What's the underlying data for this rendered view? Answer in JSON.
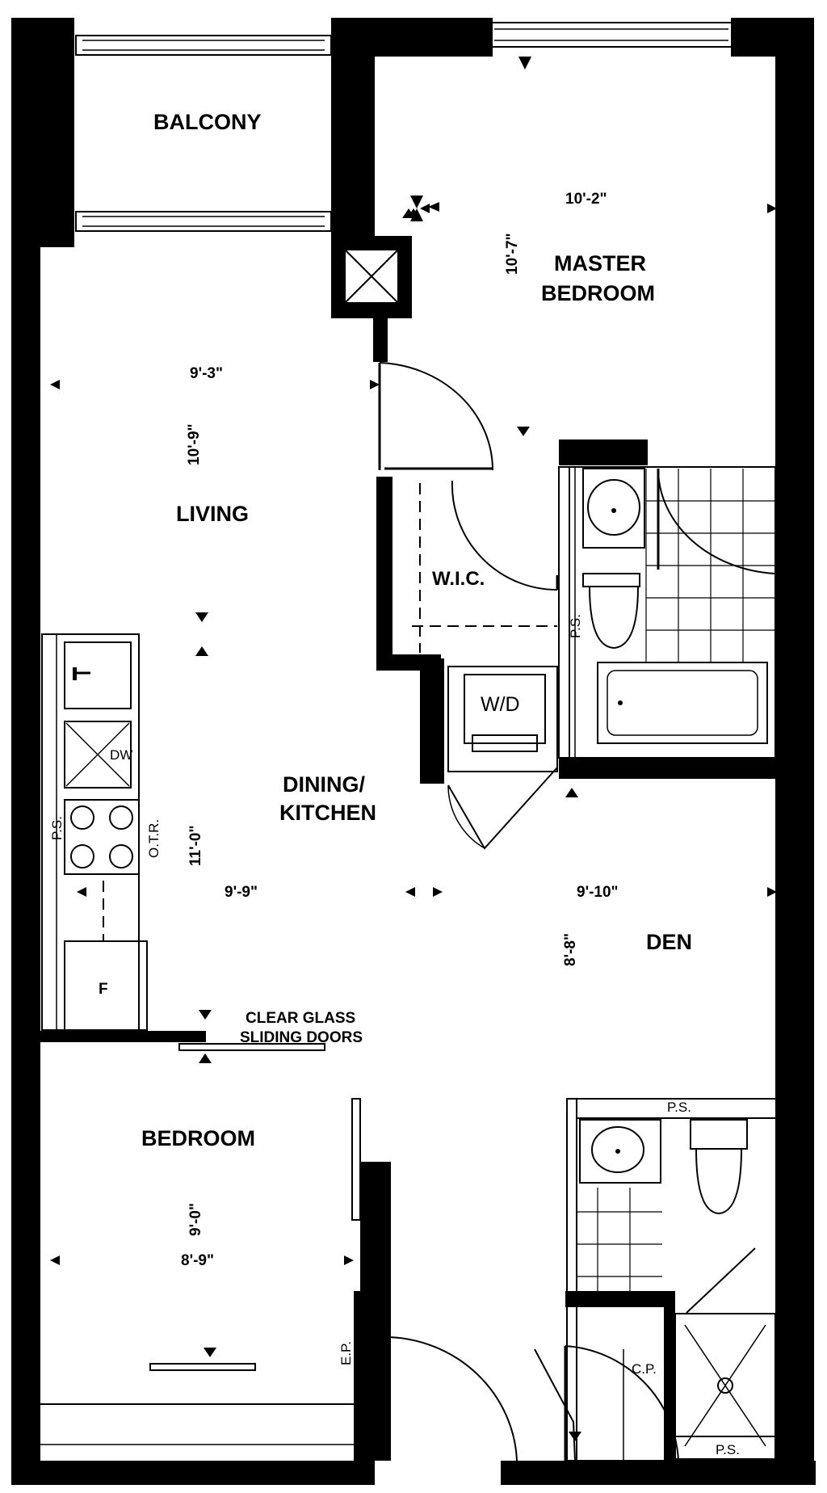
{
  "rooms": {
    "balcony": "BALCONY",
    "master_bedroom_line1": "MASTER",
    "master_bedroom_line2": "BEDROOM",
    "living": "LIVING",
    "wic": "W.I.C.",
    "wd": "W/D",
    "dining_line1": "DINING/",
    "dining_line2": "KITCHEN",
    "den": "DEN",
    "bedroom": "BEDROOM",
    "dw": "DW",
    "fridge": "F"
  },
  "dimensions": {
    "master_width": "10'-2\"",
    "master_depth": "10'-7\"",
    "living_width": "9'-3\"",
    "living_depth": "10'-9\"",
    "dining_width": "9'-9\"",
    "dining_depth": "11'-0\"",
    "den_width": "9'-10\"",
    "den_depth": "8'-8\"",
    "bedroom_width": "8'-9\"",
    "bedroom_depth": "9'-0\""
  },
  "notes": {
    "ps_master_bath": "P.S.",
    "ps_kitchen": "P.S.",
    "otr": "O.T.R.",
    "clear_glass_line1": "CLEAR GLASS",
    "clear_glass_line2": "SLIDING DOORS",
    "ps_bath_top": "P.S.",
    "ps_bath_bottom": "P.S.",
    "ep": "E.P.",
    "cp": "C.P."
  }
}
